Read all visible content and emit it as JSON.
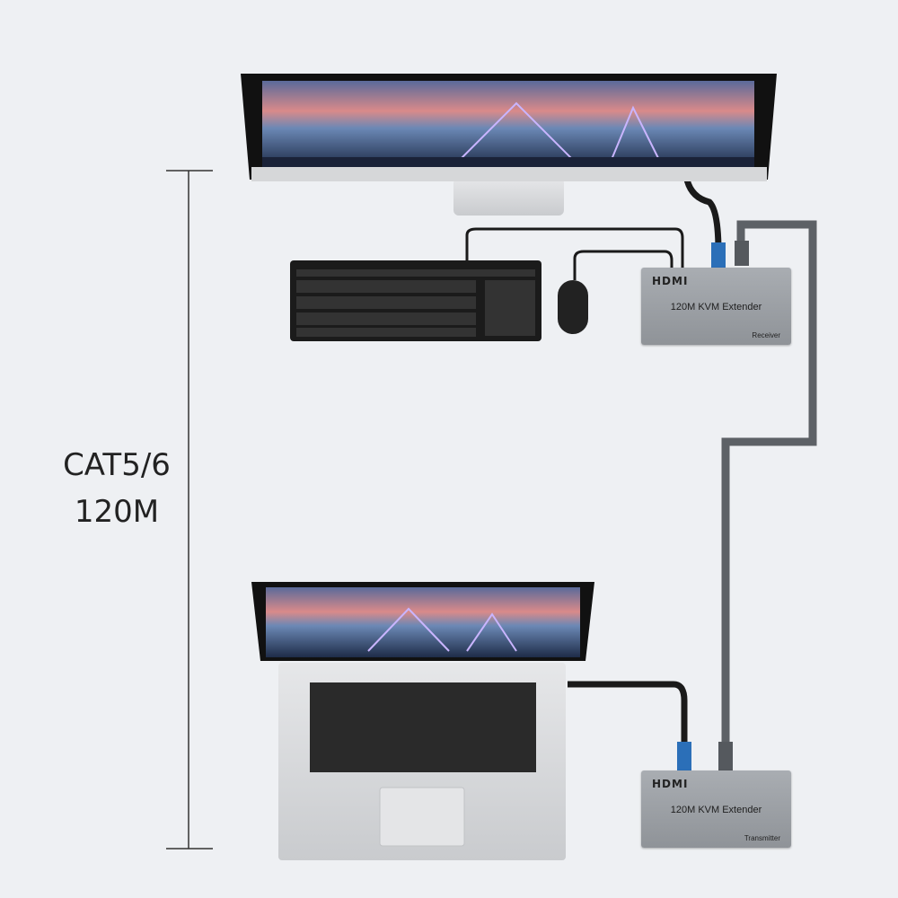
{
  "distance": {
    "line1": "CAT5/6",
    "line2": "120M"
  },
  "receiver": {
    "brand": "HDMI",
    "title": "120M KVM Extender",
    "role": "Receiver"
  },
  "transmitter": {
    "brand": "HDMI",
    "title": "120M KVM Extender",
    "role": "Transmitter"
  },
  "colors": {
    "background": "#eef0f3",
    "cat_cable": "#5d6166",
    "hdmi_cable": "#1a1a1a",
    "box": "#9a9ea3"
  }
}
